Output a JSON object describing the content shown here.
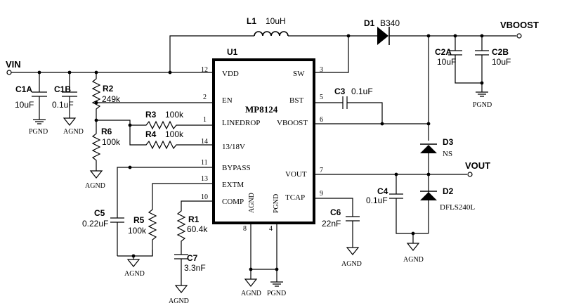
{
  "ic": {
    "name": "MP8124",
    "ref": "U1",
    "pins": {
      "vdd": {
        "num": "12",
        "name": "VDD"
      },
      "en": {
        "num": "2",
        "name": "EN"
      },
      "linedrop": {
        "num": "1",
        "name": "LINEDROP"
      },
      "sel": {
        "num": "14",
        "name": "13/18V"
      },
      "bypass": {
        "num": "11",
        "name": "BYPASS"
      },
      "extm": {
        "num": "13",
        "name": "EXTM"
      },
      "comp": {
        "num": "10",
        "name": "COMP"
      },
      "agnd": {
        "num": "8",
        "name": "AGND"
      },
      "pgnd": {
        "num": "4",
        "name": "PGND"
      },
      "sw": {
        "num": "3",
        "name": "SW"
      },
      "bst": {
        "num": "5",
        "name": "BST"
      },
      "vboost": {
        "num": "6",
        "name": "VBOOST"
      },
      "vout": {
        "num": "7",
        "name": "VOUT"
      },
      "tcap": {
        "num": "9",
        "name": "TCAP"
      }
    }
  },
  "nets": {
    "vin": "VIN",
    "vboost": "VBOOST",
    "vout": "VOUT"
  },
  "components": {
    "l1": {
      "ref": "L1",
      "value": "10uH"
    },
    "d1": {
      "ref": "D1",
      "value": "B340"
    },
    "d2": {
      "ref": "D2",
      "value": "DFLS240L"
    },
    "d3": {
      "ref": "D3",
      "value": "NS"
    },
    "c1a": {
      "ref": "C1A",
      "value": "10uF"
    },
    "c1b": {
      "ref": "C1B",
      "value": "0.1uF"
    },
    "c2a": {
      "ref": "C2A",
      "value": "10uF"
    },
    "c2b": {
      "ref": "C2B",
      "value": "10uF"
    },
    "c3": {
      "ref": "C3",
      "value": "0.1uF"
    },
    "c4": {
      "ref": "C4",
      "value": "0.1uF"
    },
    "c5": {
      "ref": "C5",
      "value": "0.22uF"
    },
    "c6": {
      "ref": "C6",
      "value": "22nF"
    },
    "c7": {
      "ref": "C7",
      "value": "3.3nF"
    },
    "r1": {
      "ref": "R1",
      "value": "60.4k"
    },
    "r2": {
      "ref": "R2",
      "value": "249k"
    },
    "r3": {
      "ref": "R3",
      "value": "100k"
    },
    "r4": {
      "ref": "R4",
      "value": "100k"
    },
    "r5": {
      "ref": "R5",
      "value": "100k"
    },
    "r6": {
      "ref": "R6",
      "value": "100k"
    }
  },
  "grounds": {
    "pgnd": "PGND",
    "agnd": "AGND"
  }
}
